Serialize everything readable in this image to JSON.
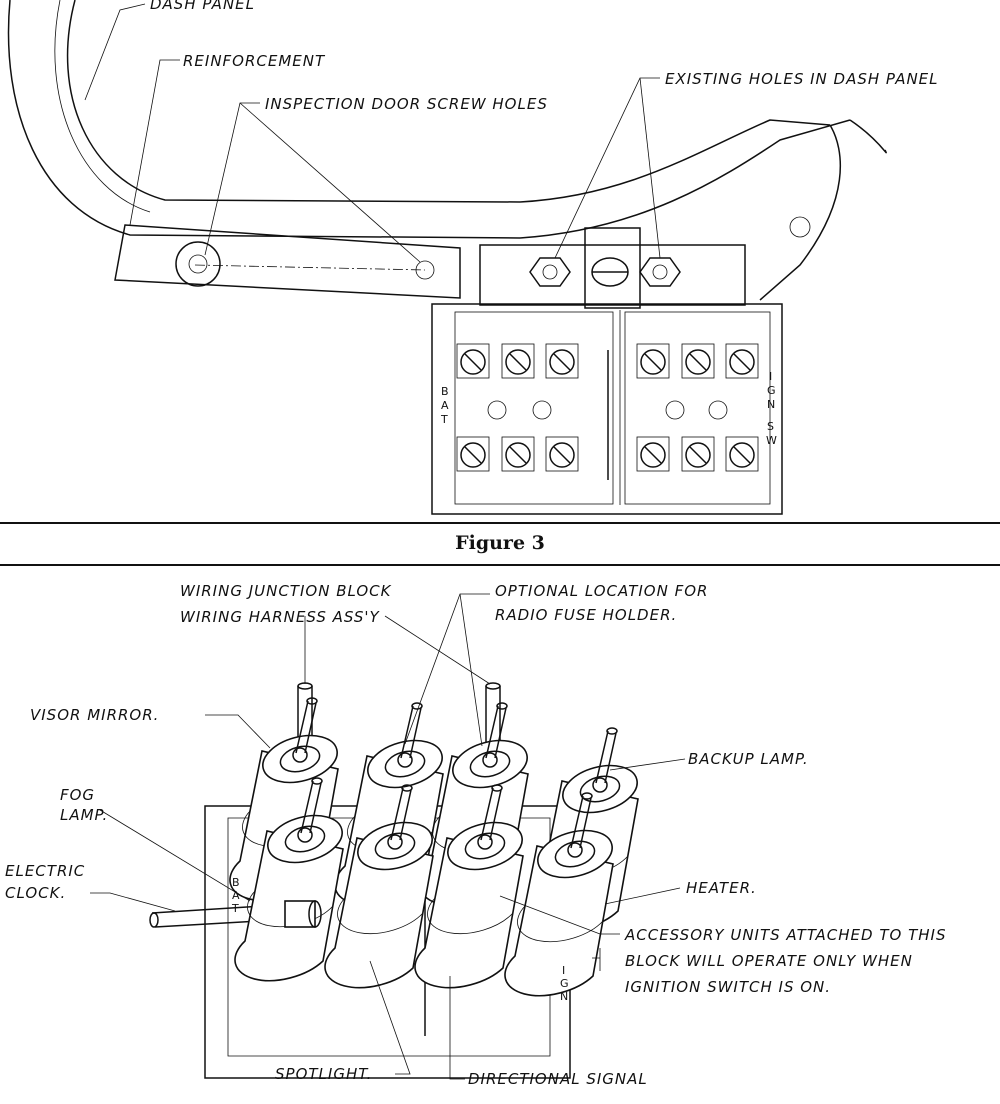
{
  "figure_top": {
    "labels": {
      "dash_panel": "DASH PANEL",
      "reinforcement": "REINFORCEMENT",
      "inspection_holes": "INSPECTION DOOR SCREW HOLES",
      "existing_holes": "EXISTING HOLES IN DASH PANEL",
      "bat": "BAT",
      "ign_sw": "IGN SW"
    }
  },
  "caption": "Figure 3",
  "figure_bottom": {
    "labels": {
      "junction_block_1": "WIRING JUNCTION BLOCK",
      "junction_block_2": "WIRING HARNESS ASS'Y",
      "optional_1": "OPTIONAL LOCATION FOR",
      "optional_2": "RADIO FUSE HOLDER.",
      "visor_mirror": "VISOR MIRROR.",
      "backup_lamp": "BACKUP LAMP.",
      "fog_lamp_1": "FOG",
      "fog_lamp_2": "LAMP.",
      "electric_clock_1": "ELECTRIC",
      "electric_clock_2": "CLOCK.",
      "heater": "HEATER.",
      "accessory_1": "ACCESSORY UNITS ATTACHED TO THIS",
      "accessory_2": "BLOCK WILL OPERATE ONLY WHEN",
      "accessory_3": "IGNITION SWITCH IS ON.",
      "spotlight": "SPOTLIGHT.",
      "directional_signal": "DIRECTIONAL SIGNAL",
      "bat": "BAT",
      "ign": "IGN"
    }
  }
}
